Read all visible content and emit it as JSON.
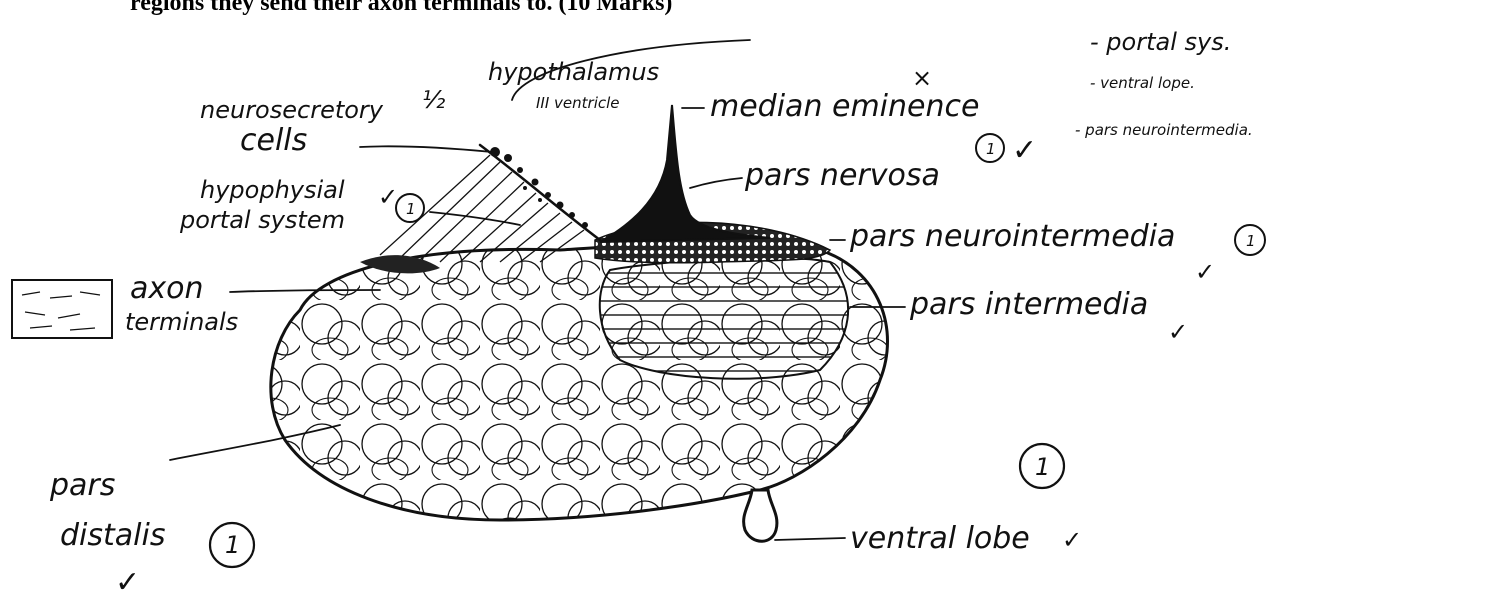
{
  "question": {
    "fragment": "regions they send their axon terminals to. (10 Marks)"
  },
  "labels": {
    "neurosecretory_cells_1": "neurosecretory",
    "neurosecretory_cells_2": "cells",
    "half_mark": "½",
    "hypothalamus": "hypothalamus",
    "third_ventricle": "III ventricle",
    "median_eminence": "median eminence",
    "hypophysial_portal_1": "hypophysial",
    "hypophysial_portal_2": "portal system",
    "pars_nervosa": "pars nervosa",
    "pars_neurointermedia": "pars neurointermedia",
    "pars_intermedia": "pars intermedia",
    "axon_terminals_1": "axon",
    "axon_terminals_2": "terminals",
    "pars_distalis_1": "pars",
    "pars_distalis_2": "distalis",
    "ventral_lobe": "ventral lobe"
  },
  "marker_notes": {
    "note_1": "- portal sys.",
    "note_2": "- ventral lope.",
    "note_3": "- pars neurointermedia.",
    "cross": "×",
    "score_one": "1",
    "check": "✓"
  }
}
